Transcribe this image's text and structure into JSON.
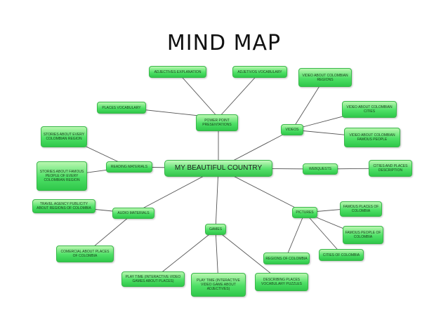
{
  "title": "MIND MAP",
  "center": "MY BEAUTIFUL COUNTRY",
  "nodes": {
    "adjectives_explanation": "ADJECTIVES EXPLANATION",
    "adjectives_vocabulary": "ADJETIVOS VOCABULARY",
    "video_about_regions": "VIDEO ABOUT COLOMBIAN REGIONS",
    "places_vocabulary": "PLACES VOCABULARY",
    "power_point": "POWER POINT PRESENTATIONS",
    "videos": "VIDEOS",
    "video_about_cities": "VIDEO ABOUT COLOMBIAN CITIES",
    "video_about_famous_people": "VIDEO ABOUT COLOMBIAN FAMOUS PEOPLE",
    "stories_regions": "STORIES ABOUT EVERY COLOMBIAN REGION",
    "reading_materials": "READING MATERIALS",
    "webquests": "WEBQUESTS",
    "cities_description": "CITIES AND PLACES DESCRIPTION",
    "stories_famous_people": "STORIES ABOUT FAMOUS PEOPLE OF EVERY COLOMBIAN REGION",
    "travel_agency": "TRAVEL AGENCY PUBLICITY ABOUT REGIONS OF COLOMBIA",
    "audio_materials": "AUDIO MATERIALS",
    "pictures": "PICTURES",
    "famous_places": "FAMOUS PLACES OF COLOMBIA",
    "famous_people": "FAMOUS PEOPLE OF COLOMBIA",
    "games": "GAMES",
    "comercial": "COMERCIAL ABOUT PLACES OF COLOMBIA",
    "regions_of_colombia": "REGIONS OF COLOMBIA",
    "cities_of_colombia": "CITIES OF COLOMBIA",
    "play_time_places": "PLAY TIME (INTERACTIVE VIDEO GAMES ABOUT PLACES)",
    "play_time_adjectives": "PLAY TIME (INTERACTIVE VIDEO GAME ABOUT ADJECTIVES)",
    "describing_places": "DESCRIBING PLACES VOCABULARY PUZZLES"
  }
}
